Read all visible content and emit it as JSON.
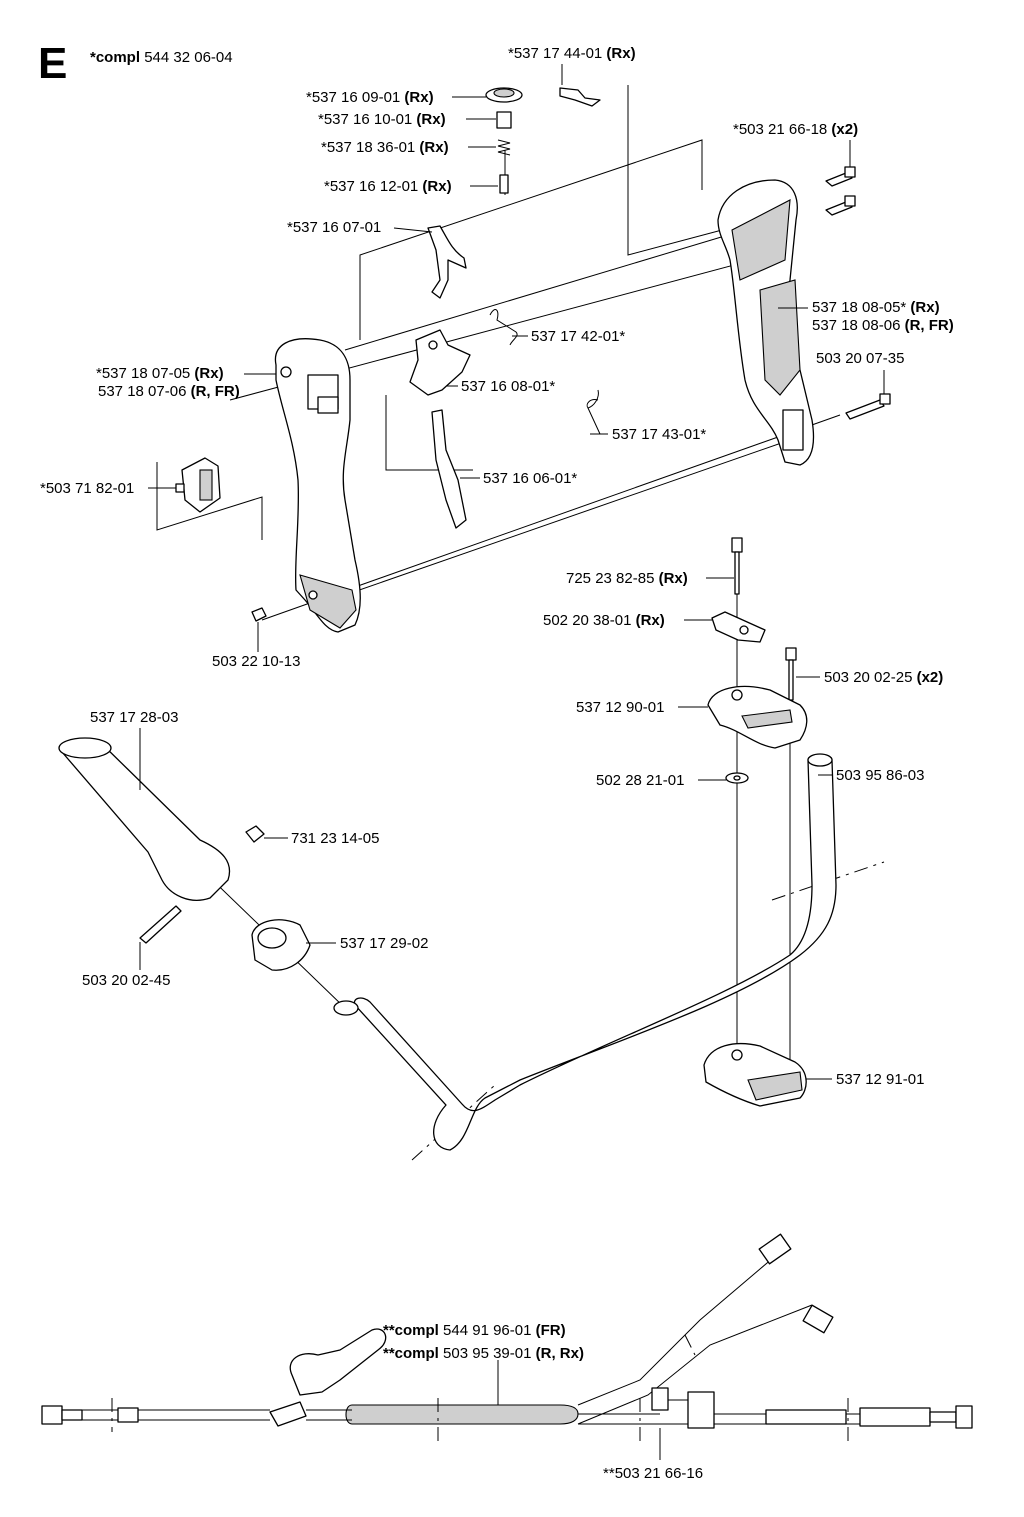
{
  "section": "E",
  "title": {
    "prefix": "*compl",
    "number": "544 32 06-04"
  },
  "labels": [
    {
      "pre": "*537 17 44-01",
      "bold": "(Rx)"
    },
    {
      "pre": "*537 16 09-01",
      "bold": "(Rx)"
    },
    {
      "pre": "*537 16 10-01",
      "bold": "(Rx)"
    },
    {
      "pre": "*537 18 36-01",
      "bold": "(Rx)"
    },
    {
      "pre": "*537 16 12-01",
      "bold": "(Rx)"
    },
    {
      "pre": "*503 21 66-18",
      "bold": "(x2)"
    },
    {
      "pre": "*537 16 07-01",
      "bold": ""
    },
    {
      "pre": "537 18 08-05*",
      "bold": "(Rx)"
    },
    {
      "pre": "537 18 08-06",
      "bold": "(R, FR)"
    },
    {
      "pre": "537 17 42-01*",
      "bold": ""
    },
    {
      "pre": "*537 18 07-05",
      "bold": "(Rx)"
    },
    {
      "pre": "537 18 07-06",
      "bold": "(R, FR)"
    },
    {
      "pre": "537 16 08-01*",
      "bold": ""
    },
    {
      "pre": "503 20 07-35",
      "bold": ""
    },
    {
      "pre": "537 17 43-01*",
      "bold": ""
    },
    {
      "pre": "*503 71 82-01",
      "bold": ""
    },
    {
      "pre": "537 16 06-01*",
      "bold": ""
    },
    {
      "pre": "503 22 10-13",
      "bold": ""
    },
    {
      "pre": "725 23 82-85",
      "bold": "(Rx)"
    },
    {
      "pre": "502 20 38-01",
      "bold": "(Rx)"
    },
    {
      "pre": "503 20 02-25",
      "bold": "(x2)"
    },
    {
      "pre": "537 12 90-01",
      "bold": ""
    },
    {
      "pre": "537 17 28-03",
      "bold": ""
    },
    {
      "pre": "502 28 21-01",
      "bold": ""
    },
    {
      "pre": "503 95 86-03",
      "bold": ""
    },
    {
      "pre": "731 23 14-05",
      "bold": ""
    },
    {
      "pre": "537 17 29-02",
      "bold": ""
    },
    {
      "pre": "503 20 02-45",
      "bold": ""
    },
    {
      "pre": "537 12 91-01",
      "bold": ""
    },
    {
      "pre": "503 21 66-16",
      "bold": ""
    }
  ],
  "compl_labels": [
    {
      "prefix": "**compl",
      "number": "544 91 96-01",
      "bold": "(FR)"
    },
    {
      "prefix": "**compl",
      "number": "503 95 39-01",
      "bold": "(R, Rx)"
    }
  ],
  "bottom_screw_prefix": "**",
  "colors": {
    "line": "#000000",
    "shade": "#cfcfcf",
    "background": "#ffffff"
  }
}
